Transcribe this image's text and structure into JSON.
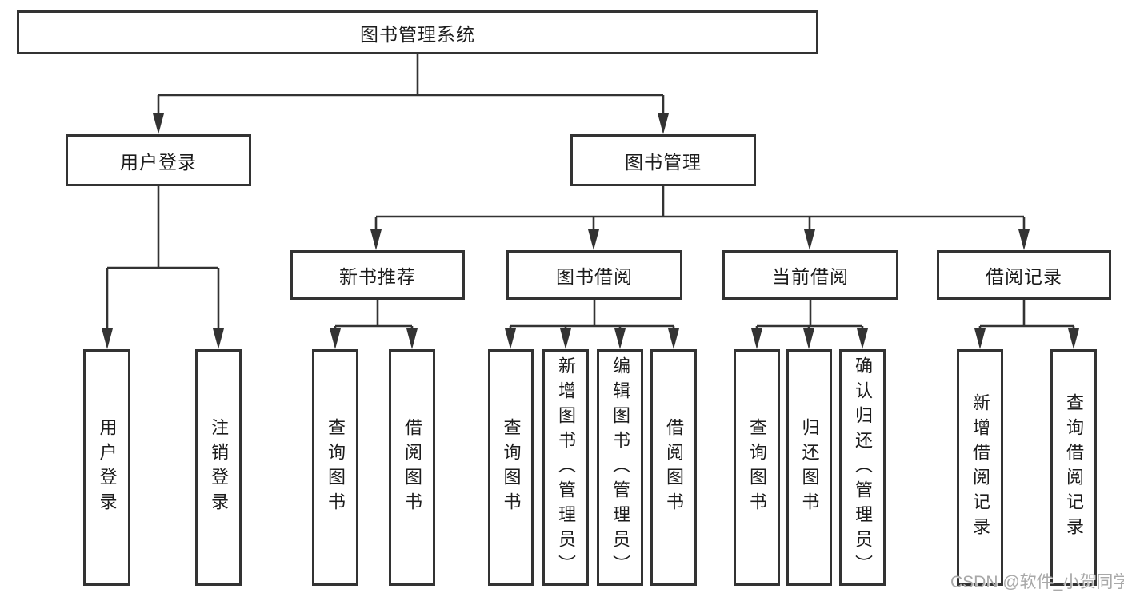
{
  "diagram_type": "hierarchy-tree",
  "tree": [
    {
      "label": "图书管理系统",
      "children": [
        {
          "label": "用户登录",
          "children": [
            {
              "label": "用户登录"
            },
            {
              "label": "注销登录"
            }
          ]
        },
        {
          "label": "图书管理",
          "children": [
            {
              "label": "新书推荐",
              "children": [
                {
                  "label": "查询图书"
                },
                {
                  "label": "借阅图书"
                }
              ]
            },
            {
              "label": "图书借阅",
              "children": [
                {
                  "label": "查询图书"
                },
                {
                  "label": "新增图书（管理员）"
                },
                {
                  "label": "编辑图书（管理员）"
                },
                {
                  "label": "借阅图书"
                }
              ]
            },
            {
              "label": "当前借阅",
              "children": [
                {
                  "label": "查询图书"
                },
                {
                  "label": "归还图书"
                },
                {
                  "label": "确认归还（管理员）"
                }
              ]
            },
            {
              "label": "借阅记录",
              "children": [
                {
                  "label": "新增借阅记录"
                },
                {
                  "label": "查询借阅记录"
                }
              ]
            }
          ]
        }
      ]
    }
  ],
  "watermark": {
    "text": "CSDN @软件_小贺同学"
  },
  "colors": {
    "line": "#333333",
    "node_border": "#333333",
    "text": "#1c1c1c",
    "background": "#ffffff",
    "watermark": "#a8a8a8"
  }
}
